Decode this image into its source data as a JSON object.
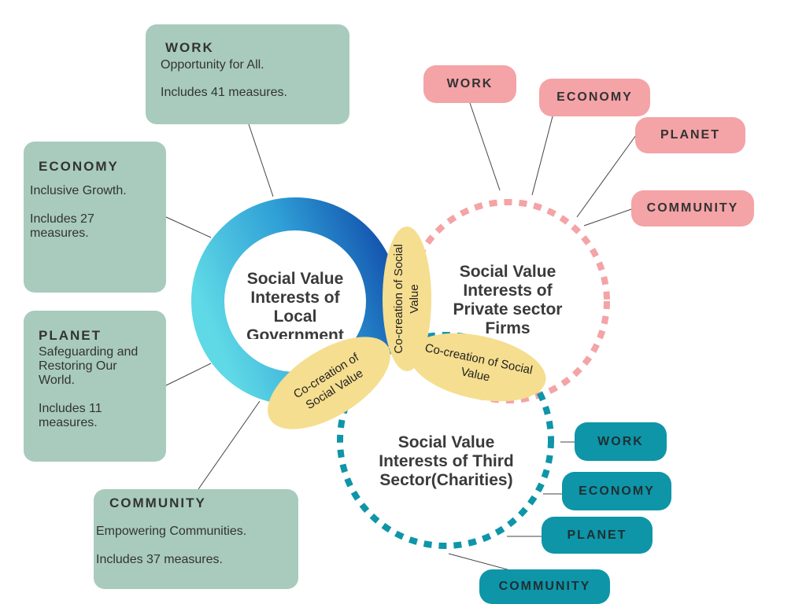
{
  "local": {
    "title": "Social Value Interests of Local Government",
    "work": {
      "head": "WORK",
      "line1": "Opportunity for All.",
      "line2": "Includes 41 measures."
    },
    "economy": {
      "head": "ECONOMY",
      "line1": "Inclusive Growth.",
      "line2": "Includes 27 measures."
    },
    "planet": {
      "head": "PLANET",
      "line1": "Safeguarding and Restoring Our World.",
      "line2": "Includes 11 measures."
    },
    "community": {
      "head": "COMMUNITY",
      "line1": "Empowering Communities.",
      "line2": "Includes 37 measures."
    }
  },
  "private": {
    "title": "Social Value Interests of Private sector Firms",
    "pills": [
      "WORK",
      "ECONOMY",
      "PLANET",
      "COMMUNITY"
    ]
  },
  "third": {
    "title": "Social Value Interests of Third Sector(Charities)",
    "pills": [
      "WORK",
      "ECONOMY",
      "PLANET",
      "COMMUNITY"
    ]
  },
  "cocreation": [
    "Co-creation of Social Value",
    "Co-creation of Social Value",
    "Co-creation of Social Value"
  ],
  "colors": {
    "green_box": "#a8cbbd",
    "pink": "#f4a3a6",
    "teal": "#0e95a8",
    "petal": "#f5de8f",
    "ring_start": "#5fd9e6",
    "ring_end": "#1557b0"
  }
}
